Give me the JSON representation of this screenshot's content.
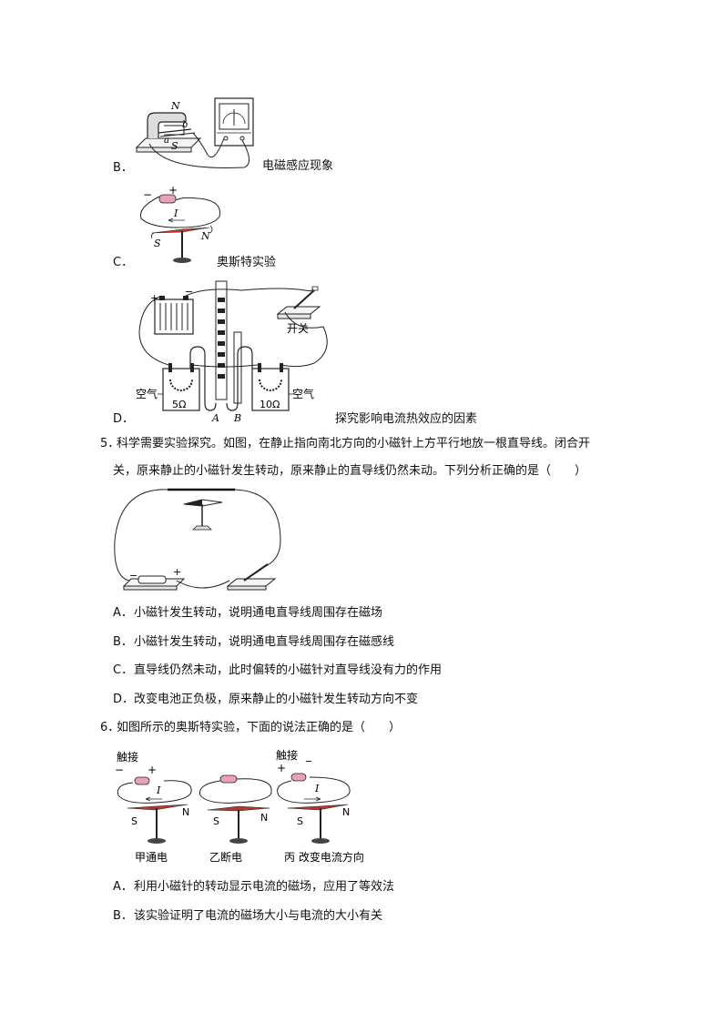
{
  "optB": {
    "letter": "B．",
    "caption": "电磁感应现象",
    "lbl_N": "N",
    "lbl_S": "S",
    "lbl_a": "a",
    "lbl_b": "b"
  },
  "optC": {
    "letter": "C．",
    "caption": "奥斯特实验",
    "minus": "−",
    "plus": "+",
    "I": "I",
    "S": "S",
    "N": "N"
  },
  "optD": {
    "letter": "D．",
    "caption": "探究影响电流热效应的因素",
    "plus": "+",
    "minus": "−",
    "switch_label": "开关",
    "air_left": "空气",
    "air_right": "空气",
    "r_left": "5Ω",
    "r_right": "10Ω",
    "A": "A",
    "B": "B"
  },
  "q5": {
    "number": "5．",
    "stem_line1": "科学需要实验探究。如图，在静止指向南北方向的小磁针上方平行地放一根直导线。闭合开",
    "stem_line2": "关，原来静止的小磁针发生转动，原来静止的直导线仍然未动。下列分析正确的是（　　）",
    "options": [
      {
        "letter": "A．",
        "text": "小磁针发生转动，说明通电直导线周围存在磁场"
      },
      {
        "letter": "B．",
        "text": "小磁针发生转动，说明通电直导线周围存在磁感线"
      },
      {
        "letter": "C．",
        "text": "直导线仍然未动，此时偏转的小磁针对直导线没有力的作用"
      },
      {
        "letter": "D．",
        "text": "改变电池正负极，原来静止的小磁针发生转动方向不变"
      }
    ],
    "fig_minus": "−",
    "fig_plus": "+"
  },
  "q6": {
    "number": "6．",
    "stem": "如图所示的奥斯特实验，下面的说法正确的是（　　）",
    "figs": [
      {
        "touch": "触接",
        "minus": "−",
        "plus": "+",
        "I": "I",
        "S": "S",
        "N": "N",
        "caption": "甲通电"
      },
      {
        "S": "S",
        "N": "N",
        "caption": "乙断电"
      },
      {
        "touch": "触接",
        "minus": "_",
        "plus": "+",
        "I": "I",
        "S": "S",
        "N": "N",
        "caption": "丙 改变电流方向"
      }
    ],
    "options": [
      {
        "letter": "A．",
        "text": "利用小磁针的转动显示电流的磁场，应用了等效法"
      },
      {
        "letter": "B．",
        "text": "该实验证明了电流的磁场大小与电流的大小有关"
      }
    ]
  }
}
